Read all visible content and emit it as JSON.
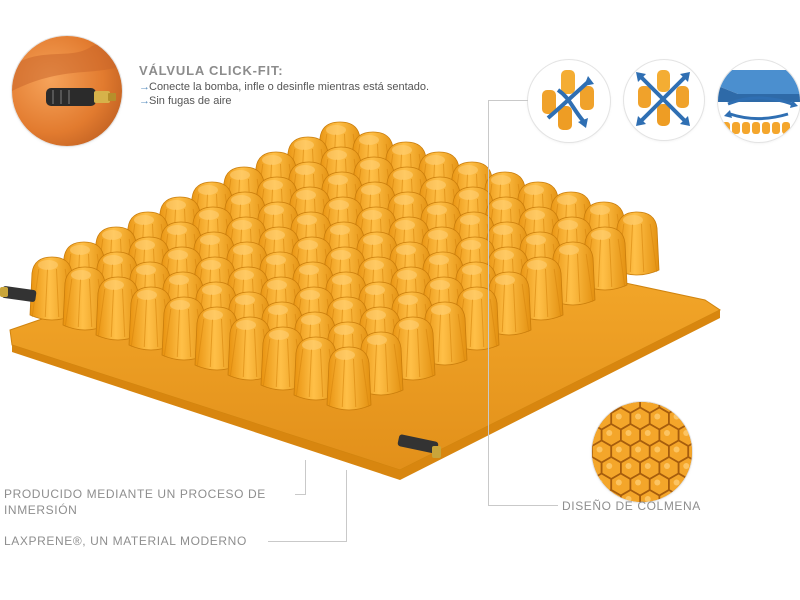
{
  "valve": {
    "title": "VÁLVULA CLICK-FIT:",
    "bullets": [
      {
        "arrow": "→",
        "text": "Conecte la bomba, infle o desinfle mientras está sentado."
      },
      {
        "arrow": "→",
        "text": "Sin fugas de aire"
      }
    ]
  },
  "labels": {
    "immersion": "PRODUCIDO MEDIANTE UN PROCESO DE INMERSIÓN",
    "material": "LAXPRENE®, UN MATERIAL MODERNO",
    "honeycomb": "DISEÑO DE COLMENA"
  },
  "colors": {
    "orange": "#f5a623",
    "orange_dark": "#d98a12",
    "blue": "#3f7fc0",
    "line": "#c9c9c9"
  },
  "icons": [
    "valve-photo",
    "cells-flex-icon",
    "cells-rotate-icon",
    "airflow-icon",
    "honeycomb-texture"
  ]
}
